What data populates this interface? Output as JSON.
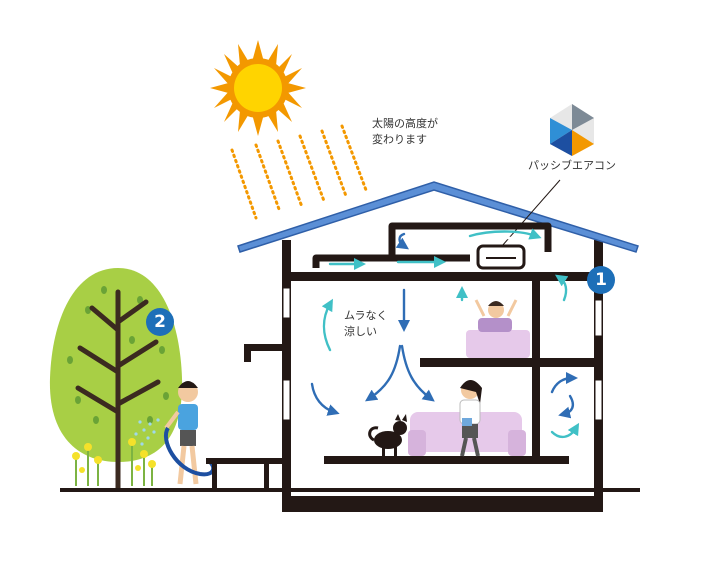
{
  "texts": {
    "sun_caption_line1": "太陽の高度が",
    "sun_caption_line2": "変わります",
    "aircon_label": "パッシブエアコン",
    "airflow_line1": "ムラなく",
    "airflow_line2": "涼しい"
  },
  "badges": {
    "one": "1",
    "two": "2"
  },
  "colors": {
    "sun": "#f39800",
    "sun_core": "#ffd400",
    "roof": "#5b8fd6",
    "structure": "#231815",
    "airflow_dark": "#2f6db5",
    "airflow_light": "#40c0c6",
    "tree_foliage": "#a8cf45",
    "badge": "#1d6fb8",
    "furniture": "#e6c9ea"
  }
}
